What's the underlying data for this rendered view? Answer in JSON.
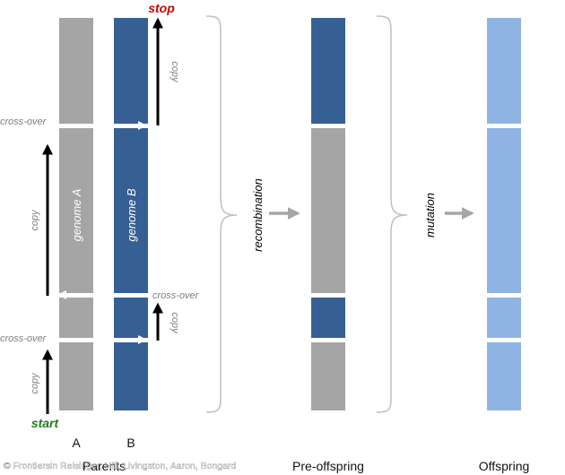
{
  "labels": {
    "stop": "stop",
    "start": "start",
    "copy": "copy",
    "cross_over": "cross-over",
    "genome_a": "genome A",
    "genome_b": "genome B",
    "recombination": "recombination",
    "mutation": "mutation"
  },
  "captions": {
    "a": "A",
    "b": "B",
    "parents": "Parents",
    "pre_offspring": "Pre-offspring",
    "offspring": "Offspring"
  },
  "credit": "© Frontiersin Reisinger, Hill, Livingston, Aaron, Bongard",
  "colors": {
    "genome_a": "#a5a5a5",
    "genome_b": "#365f94",
    "offspring": "#8fb4e3",
    "stop": "#cc0000",
    "start": "#1e7b1e",
    "arrow": "#000000",
    "process_arrow": "#a6a6a6",
    "brace": "#bfbfbf"
  }
}
